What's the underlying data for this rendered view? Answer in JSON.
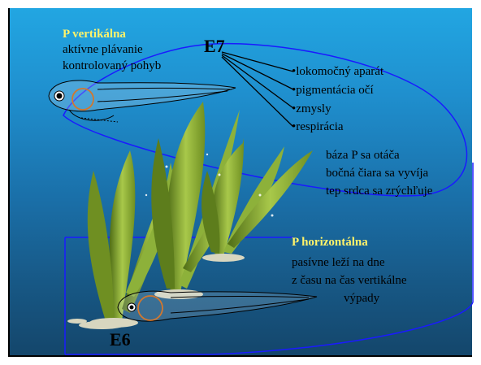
{
  "top": {
    "heading": "P vertikálna",
    "line1": "aktívne plávanie",
    "line2": "kontrolovaný pohyb"
  },
  "stage_top": "E7",
  "stage_bottom": "E6",
  "e7_items": [
    "•lokomočný aparát",
    "•pigmentácia očí",
    "•zmysly",
    "•respirácia"
  ],
  "middle": {
    "line1": "báza P sa otáča",
    "line2": "bočná čiara sa vyvíja",
    "line3": "tep srdca sa zrýchľuje"
  },
  "bottom": {
    "heading": "P horizontálna",
    "line1": "pasívne leží na dne",
    "line2": "z času na čas vertikálne",
    "line3": "výpady"
  },
  "colors": {
    "heading": "#fff36a",
    "cylinder_line": "#1a1aff",
    "highlight_circle": "#d2772e",
    "plant_light": "#a8c84a",
    "plant_dark": "#4f6d16"
  }
}
